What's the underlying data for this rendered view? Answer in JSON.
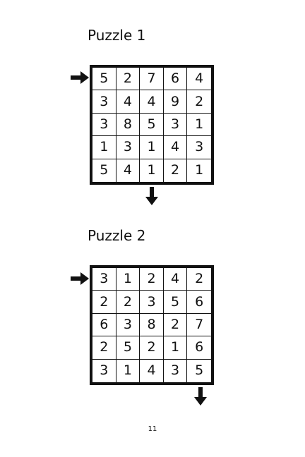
{
  "page": {
    "page_number": "11"
  },
  "puzzles": [
    {
      "title": "Puzzle 1",
      "entry": "top-left",
      "exit": "bottom, column 3",
      "grid": [
        [
          "5",
          "2",
          "7",
          "6",
          "4"
        ],
        [
          "3",
          "4",
          "4",
          "9",
          "2"
        ],
        [
          "3",
          "8",
          "5",
          "3",
          "1"
        ],
        [
          "1",
          "3",
          "1",
          "4",
          "3"
        ],
        [
          "5",
          "4",
          "1",
          "2",
          "1"
        ]
      ]
    },
    {
      "title": "Puzzle 2",
      "entry": "top-left",
      "exit": "bottom, column 5",
      "grid": [
        [
          "3",
          "1",
          "2",
          "4",
          "2"
        ],
        [
          "2",
          "2",
          "3",
          "5",
          "6"
        ],
        [
          "6",
          "3",
          "8",
          "2",
          "7"
        ],
        [
          "2",
          "5",
          "2",
          "1",
          "6"
        ],
        [
          "3",
          "1",
          "4",
          "3",
          "5"
        ]
      ]
    }
  ],
  "icons": {
    "entry_arrow": "arrow-right-icon",
    "exit_arrow": "arrow-down-icon"
  },
  "colors": {
    "ink": "#111111",
    "background": "#ffffff"
  }
}
